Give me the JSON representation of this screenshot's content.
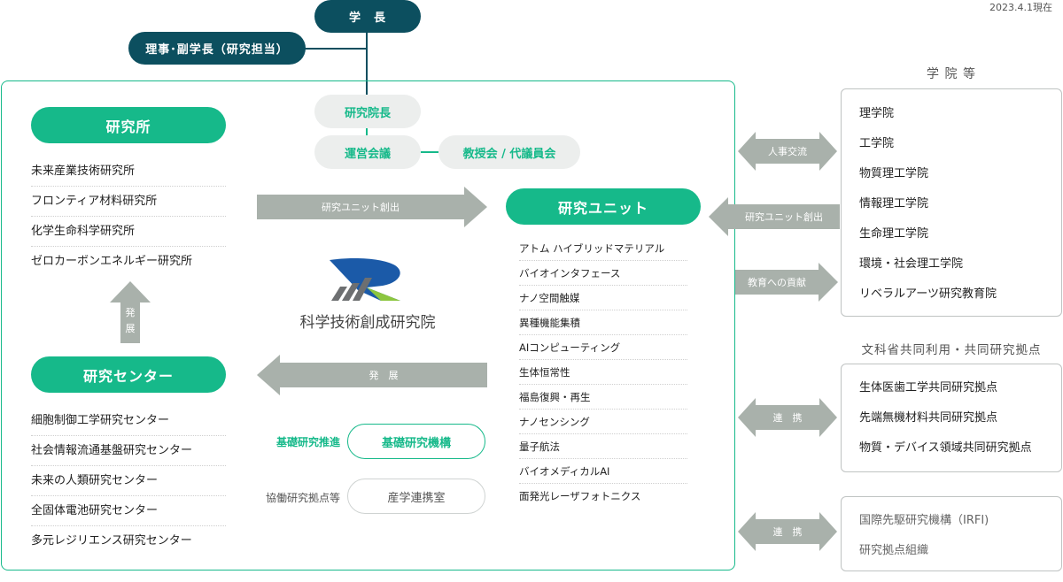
{
  "date": "2023.4.1現在",
  "president": "学　長",
  "vice_president": "理事･副学長（研究担当）",
  "institute": {
    "director": "研究院長",
    "council": "運営会議",
    "faculty_council": "教授会 / 代議員会",
    "logo_name": "科学技術創成研究院"
  },
  "labs": {
    "title": "研究所",
    "items": [
      "未来産業技術研究所",
      "フロンティア材料研究所",
      "化学生命科学研究所",
      "ゼロカーボンエネルギー研究所"
    ]
  },
  "centers": {
    "title": "研究センター",
    "items": [
      "細胞制御工学研究センター",
      "社会情報流通基盤研究センター",
      "未来の人類研究センター",
      "全固体電池研究センター",
      "多元レジリエンス研究センター"
    ]
  },
  "units": {
    "title": "研究ユニット",
    "items": [
      "アトム ハイブリッドマテリアル",
      "バイオインタフェース",
      "ナノ空間触媒",
      "異種機能集積",
      "AIコンピューティング",
      "生体恒常性",
      "福島復興・再生",
      "ナノセンシング",
      "量子航法",
      "バイオメディカルAI",
      "面発光レーザフォトニクス"
    ]
  },
  "arrows": {
    "create_unit": "研究ユニット創出",
    "develop_up": "発\n展",
    "develop_left": "発　展",
    "personnel": "人事交流",
    "unit_from_schools": "研究ユニット創出",
    "education": "教育への貢献",
    "cooperate1": "連　携",
    "cooperate2": "連　携"
  },
  "basic": {
    "label": "基礎研究推進",
    "name": "基礎研究機構"
  },
  "collab": {
    "label": "協働研究拠点等",
    "name": "産学連携室"
  },
  "schools": {
    "title": "学 院 等",
    "items": [
      "理学院",
      "工学院",
      "物質理工学院",
      "情報理工学院",
      "生命理工学院",
      "環境・社会理工学院",
      "リベラルアーツ研究教育院"
    ]
  },
  "joint": {
    "title": "文科省共同利用・共同研究拠点",
    "items": [
      "生体医歯工学共同研究拠点",
      "先端無機材料共同研究拠点",
      "物質・デバイス領域共同研究拠点"
    ]
  },
  "irfi": {
    "items": [
      "国際先駆研究機構（IRFI)",
      "研究拠点組織"
    ]
  },
  "colors": {
    "dark": "#0c4f5f",
    "green": "#16b98a",
    "arrow": "#a9b1ab"
  }
}
